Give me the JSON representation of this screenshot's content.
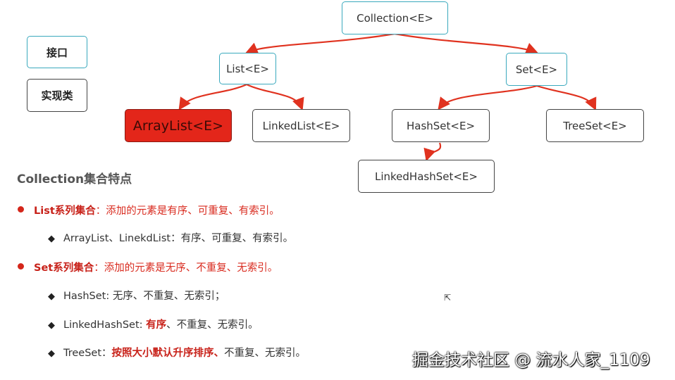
{
  "legend": {
    "interface": "接口",
    "implementation": "实现类"
  },
  "nodes": {
    "collection": "Collection<E>",
    "list": "List<E>",
    "set": "Set<E>",
    "arraylist": "ArrayList<E>",
    "linkedlist": "LinkedList<E>",
    "hashset": "HashSet<E>",
    "treeset": "TreeSet<E>",
    "linkedhashset": "LinkedHashSet<E>"
  },
  "notes": {
    "title": "Collection集合特点",
    "list_heading": "List系列集合",
    "list_desc": "：添加的元素是有序、可重复、有索引。",
    "list_sub": "ArrayList、LinekdList：有序、可重复、有索引。",
    "set_heading": "Set系列集合",
    "set_desc": "：添加的元素是无序、不重复、无索引。",
    "hashset_line": "HashSet: 无序、不重复、无索引；",
    "linkedhashset_prefix": "LinkedHashSet: ",
    "linkedhashset_highlight": "有序",
    "linkedhashset_suffix": "、不重复、无索引。",
    "treeset_prefix": "TreeSet：",
    "treeset_highlight": "按照大小默认升序排序、",
    "treeset_suffix": "不重复、无索引。"
  },
  "watermark": "掘金技术社区 @ 流水人家_1109",
  "colors": {
    "interface_border": "#3aa9bd",
    "highlight": "#e3261a",
    "arrow": "#e0321f"
  }
}
